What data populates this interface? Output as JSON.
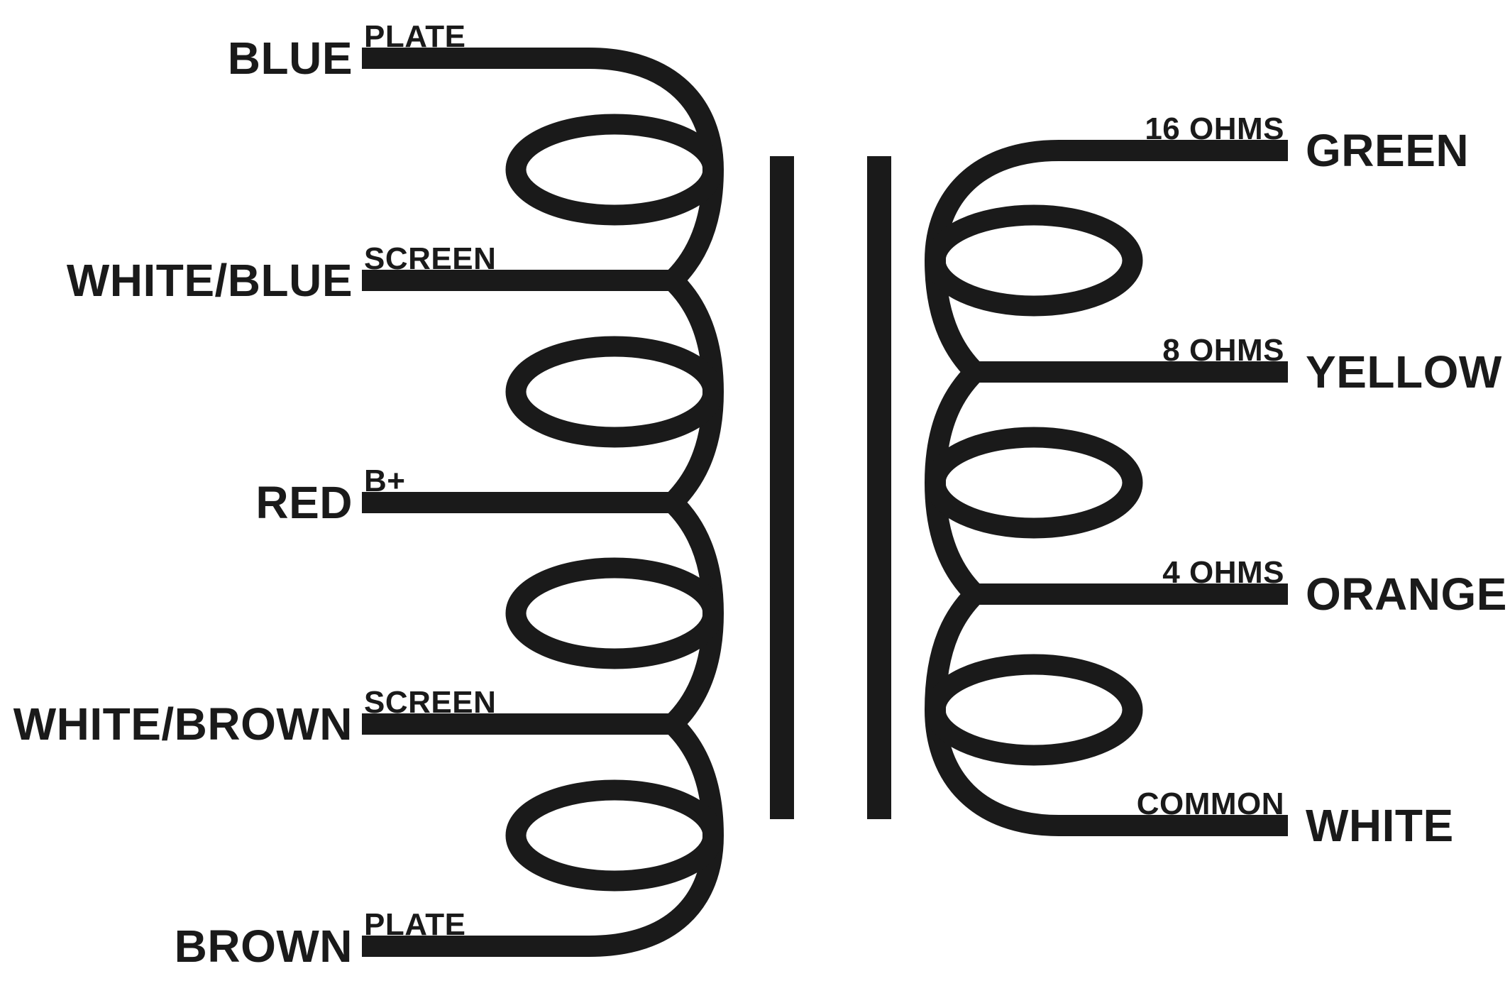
{
  "diagram": {
    "type": "output-transformer-wiring-diagram",
    "colors": {
      "ink": "#1a1a1a",
      "background": "#ffffff"
    },
    "primary": {
      "taps": [
        {
          "wire": "BLUE",
          "terminal": "PLATE"
        },
        {
          "wire": "WHITE/BLUE",
          "terminal": "SCREEN"
        },
        {
          "wire": "RED",
          "terminal": "B+"
        },
        {
          "wire": "WHITE/BROWN",
          "terminal": "SCREEN"
        },
        {
          "wire": "BROWN",
          "terminal": "PLATE"
        }
      ]
    },
    "secondary": {
      "taps": [
        {
          "wire": "GREEN",
          "terminal": "16 OHMS"
        },
        {
          "wire": "YELLOW",
          "terminal": "8 OHMS"
        },
        {
          "wire": "ORANGE",
          "terminal": "4 OHMS"
        },
        {
          "wire": "WHITE",
          "terminal": "COMMON"
        }
      ]
    }
  }
}
